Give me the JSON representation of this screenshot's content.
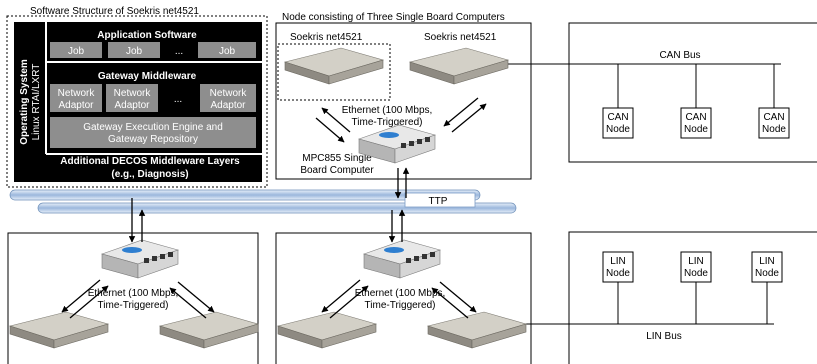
{
  "software_structure": {
    "title": "Software Structure of Soekris net4521",
    "os_label": "Operating System",
    "os_sub": "Linux RTAI/LXRT",
    "app_title": "Application Software",
    "jobs": [
      "Job",
      "Job",
      "...",
      "Job"
    ],
    "gw_title": "Gateway Middleware",
    "adaptors": [
      "Network\nAdaptor",
      "Network\nAdaptor",
      "...",
      "Network\nAdaptor"
    ],
    "engine": [
      "Gateway Execution Engine and",
      "Gateway Repository"
    ],
    "decos": [
      "Additional DECOS Middleware Layers",
      "(e.g., Diagnosis)"
    ]
  },
  "node": {
    "title": "Node consisting of Three Single Board Computers",
    "soekris_left": "Soekris net4521",
    "soekris_right": "Soekris net4521",
    "ethernet": [
      "Ethernet (100 Mbps,",
      "Time-Triggered)"
    ],
    "mpc": [
      "MPC855 Single",
      "Board Computer"
    ]
  },
  "bottom_left": {
    "ethernet": [
      "Ethernet (100 Mbps,",
      "Time-Triggered)"
    ]
  },
  "bottom_mid": {
    "ethernet": [
      "Ethernet (100 Mbps,",
      "Time-Triggered)"
    ]
  },
  "ttp_label": "TTP",
  "can": {
    "bus_label": "CAN Bus",
    "nodes": [
      [
        "CAN",
        "Node"
      ],
      [
        "CAN",
        "Node"
      ],
      [
        "CAN",
        "Node"
      ]
    ]
  },
  "lin": {
    "bus_label": "LIN Bus",
    "nodes": [
      [
        "LIN",
        "Node"
      ],
      [
        "LIN",
        "Node"
      ],
      [
        "LIN",
        "Node"
      ]
    ]
  }
}
